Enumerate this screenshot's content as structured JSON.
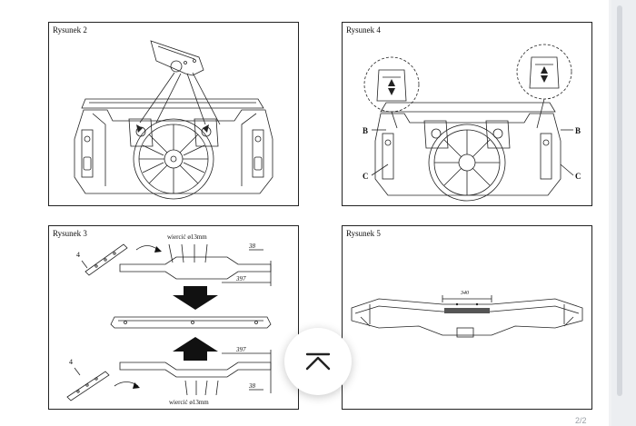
{
  "panels": {
    "fig2": {
      "title": "Rysunek 2"
    },
    "fig4": {
      "title": "Rysunek 4",
      "label_b": "B",
      "label_c": "C"
    },
    "fig3": {
      "title": "Rysunek 3",
      "part_number": "4",
      "drill_note": "wiercić ø13mm",
      "dim_small": "38",
      "dim_large": "397"
    },
    "fig5": {
      "title": "Rysunek 5",
      "dim_width": "340"
    }
  },
  "scroll_top_button": {
    "icon": "chevron-up-icon"
  },
  "page_indicator": "2/2"
}
